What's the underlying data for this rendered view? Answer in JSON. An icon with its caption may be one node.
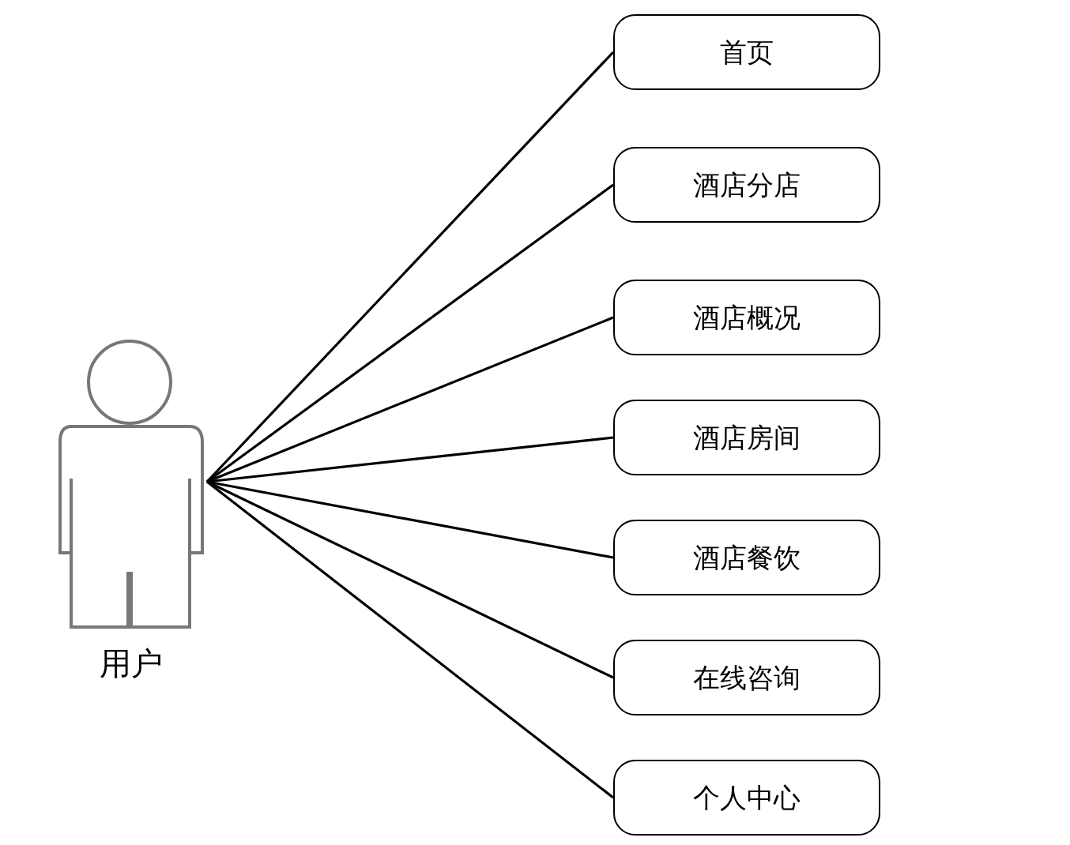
{
  "diagram": {
    "nodes": [
      {
        "text": [
          "用户"
        ]
      },
      {
        "text": [
          "首页"
        ]
      },
      {
        "text": [
          "酒店分店"
        ]
      },
      {
        "text": [
          "酒店概况"
        ]
      },
      {
        "text": [
          "酒店房间"
        ]
      },
      {
        "text": [
          "酒店餐饮"
        ]
      },
      {
        "text": [
          "在线咨询"
        ]
      },
      {
        "text": [
          "个人中心"
        ]
      }
    ],
    "edges": [
      {
        "from": 0,
        "to": 1,
        "arrow": "none"
      },
      {
        "from": 0,
        "to": 2,
        "arrow": "none"
      },
      {
        "from": 0,
        "to": 3,
        "arrow": "none"
      },
      {
        "from": 0,
        "to": 4,
        "arrow": "none"
      },
      {
        "from": 0,
        "to": 5,
        "arrow": "none"
      },
      {
        "from": 0,
        "to": 6,
        "arrow": "none"
      },
      {
        "from": 0,
        "to": 7,
        "arrow": "none"
      }
    ]
  }
}
